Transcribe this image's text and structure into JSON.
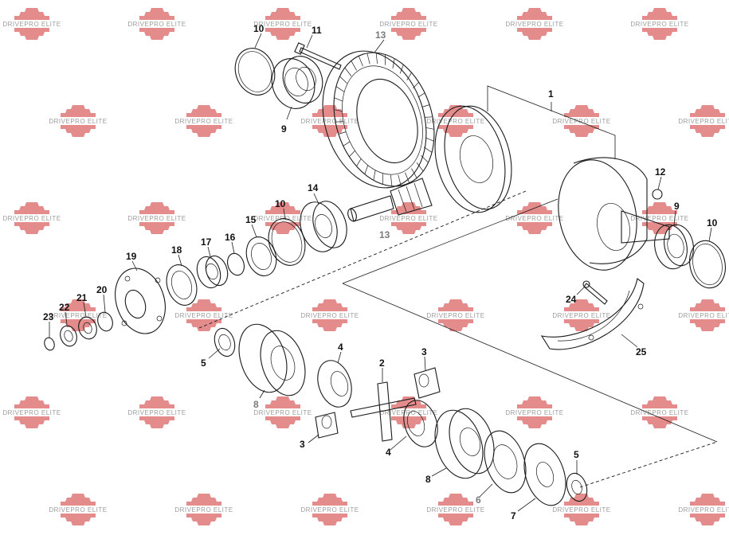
{
  "watermark": {
    "text": "DRIVEPRO ELITE",
    "gear_color": "#e07878"
  },
  "labels": [
    {
      "id": "10a",
      "text": "10",
      "grey": false
    },
    {
      "id": "11",
      "text": "11",
      "grey": false
    },
    {
      "id": "13a",
      "text": "13",
      "grey": true
    },
    {
      "id": "9a",
      "text": "9",
      "grey": false
    },
    {
      "id": "1",
      "text": "1",
      "grey": false
    },
    {
      "id": "12",
      "text": "12",
      "grey": false
    },
    {
      "id": "9b",
      "text": "9",
      "grey": false
    },
    {
      "id": "10c",
      "text": "10",
      "grey": false
    },
    {
      "id": "10b",
      "text": "10",
      "grey": false
    },
    {
      "id": "14",
      "text": "14",
      "grey": false
    },
    {
      "id": "13b",
      "text": "13",
      "grey": true
    },
    {
      "id": "15",
      "text": "15",
      "grey": false
    },
    {
      "id": "16",
      "text": "16",
      "grey": false
    },
    {
      "id": "17",
      "text": "17",
      "grey": false
    },
    {
      "id": "18",
      "text": "18",
      "grey": false
    },
    {
      "id": "19",
      "text": "19",
      "grey": false
    },
    {
      "id": "20",
      "text": "20",
      "grey": false
    },
    {
      "id": "21",
      "text": "21",
      "grey": false
    },
    {
      "id": "22",
      "text": "22",
      "grey": false
    },
    {
      "id": "23",
      "text": "23",
      "grey": false
    },
    {
      "id": "24",
      "text": "24",
      "grey": false
    },
    {
      "id": "25",
      "text": "25",
      "grey": false
    },
    {
      "id": "5a",
      "text": "5",
      "grey": false
    },
    {
      "id": "4a",
      "text": "4",
      "grey": false
    },
    {
      "id": "8a",
      "text": "8",
      "grey": true
    },
    {
      "id": "2",
      "text": "2",
      "grey": false
    },
    {
      "id": "3a",
      "text": "3",
      "grey": false
    },
    {
      "id": "3b",
      "text": "3",
      "grey": false
    },
    {
      "id": "4b",
      "text": "4",
      "grey": false
    },
    {
      "id": "8b",
      "text": "8",
      "grey": false
    },
    {
      "id": "6",
      "text": "6",
      "grey": true
    },
    {
      "id": "7",
      "text": "7",
      "grey": false
    },
    {
      "id": "5b",
      "text": "5",
      "grey": false
    }
  ]
}
